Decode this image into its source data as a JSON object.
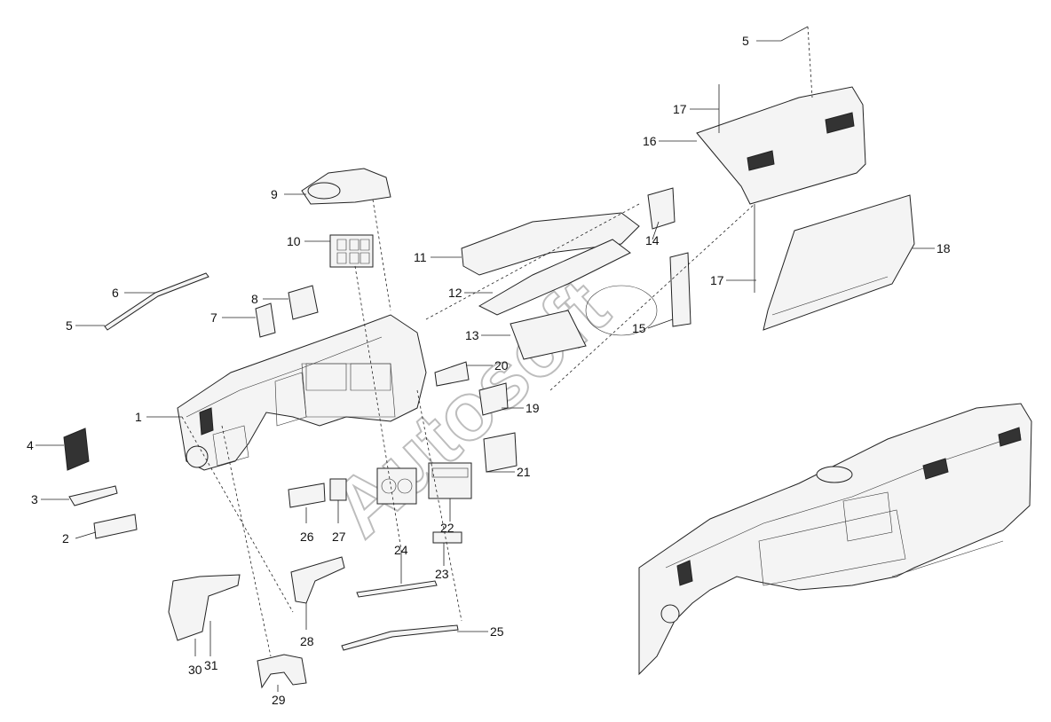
{
  "watermark": "Autosoft",
  "labels": [
    "1",
    "2",
    "3",
    "4",
    "5",
    "5",
    "6",
    "7",
    "8",
    "9",
    "10",
    "11",
    "12",
    "13",
    "14",
    "15",
    "16",
    "17",
    "17",
    "18",
    "19",
    "20",
    "21",
    "22",
    "23",
    "24",
    "25",
    "26",
    "27",
    "28",
    "29",
    "30",
    "31"
  ]
}
